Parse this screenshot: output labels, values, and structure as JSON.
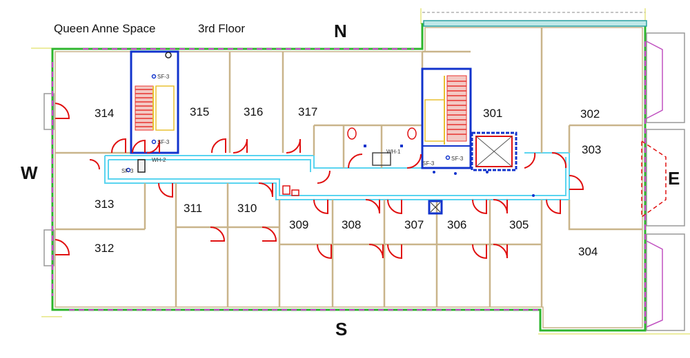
{
  "header": {
    "building": "Queen Anne Space",
    "floor": "3rd Floor"
  },
  "compass": {
    "north": "N",
    "south": "S",
    "east": "E",
    "west": "W"
  },
  "rooms": [
    "314",
    "315",
    "316",
    "317",
    "301",
    "302",
    "303",
    "313",
    "311",
    "310",
    "309",
    "308",
    "307",
    "306",
    "305",
    "312",
    "304"
  ],
  "equipment_labels": [
    "SF-3",
    "SF-3",
    "SF-3",
    "SF-3",
    "WH-2",
    "WH-1",
    "SF-3"
  ],
  "colors": {
    "wall_outer": "#2db52d",
    "wall_tan": "#c9b48a",
    "corridor": "#59d4f0",
    "stair_wall": "#1133cc",
    "door": "#e01010",
    "window": "#d040d0",
    "stair_fill": "#e8332f",
    "elevator": "#1133cc"
  }
}
